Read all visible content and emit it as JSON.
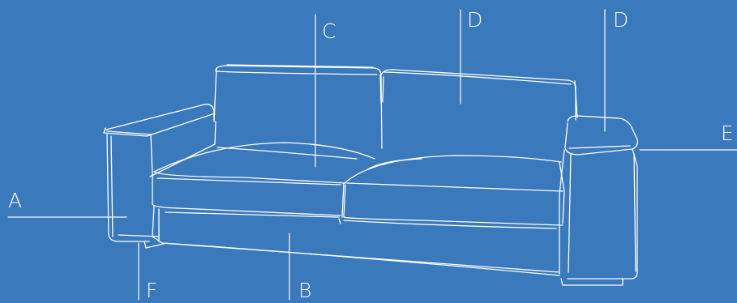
{
  "colors": {
    "background": "#3a79bb",
    "lines": "#ffffff"
  },
  "labels": {
    "a": "A",
    "b": "B",
    "c": "C",
    "d_back": "D",
    "d_arm": "D",
    "e": "E",
    "f": "F"
  }
}
